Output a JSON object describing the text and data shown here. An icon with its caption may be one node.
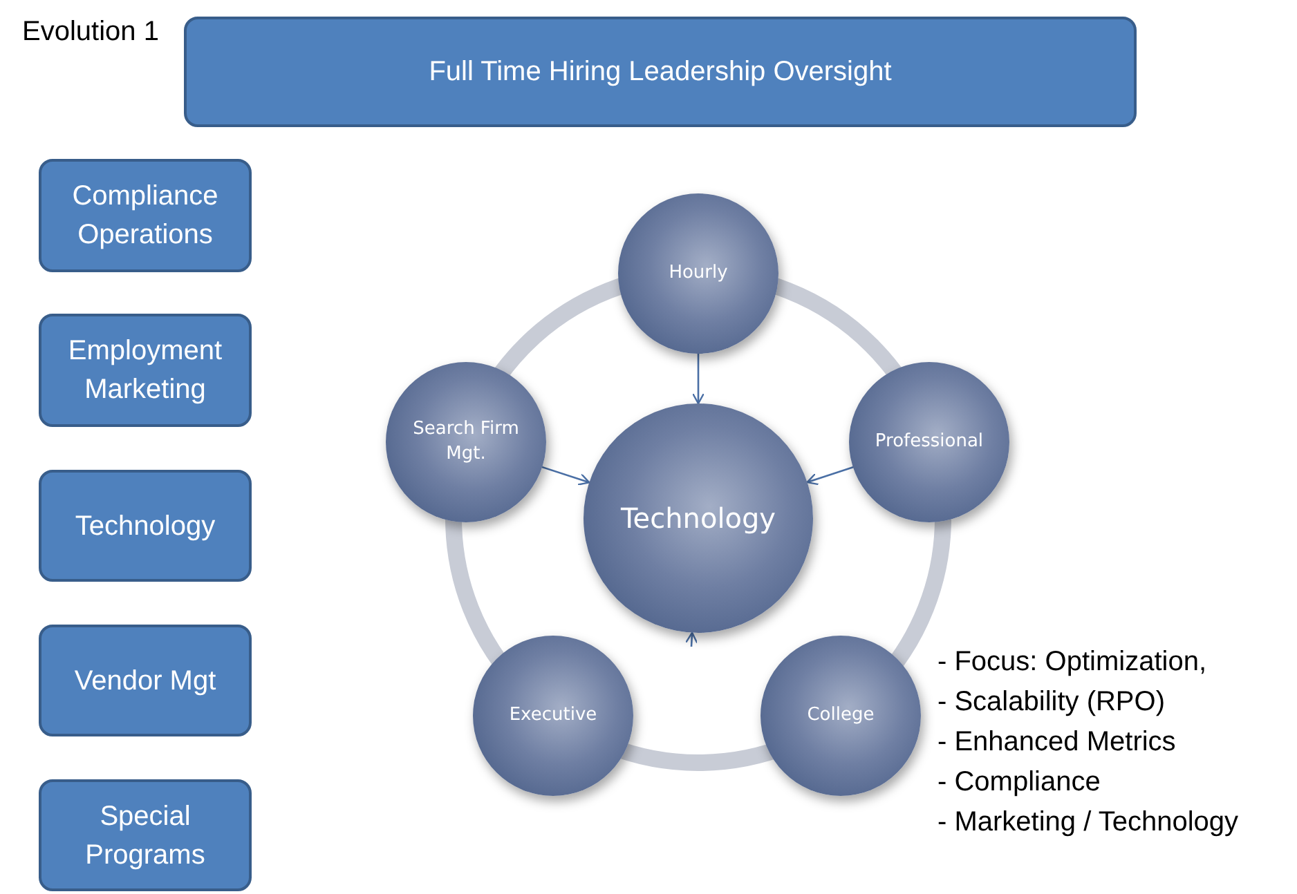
{
  "diagram": {
    "nodes": [
      {
        "text": [
          "Full Time Hiring Leadership Oversight"
        ]
      },
      {
        "text": [
          "Compliance Operations"
        ]
      },
      {
        "text": [
          "Employment Marketing"
        ]
      },
      {
        "text": [
          "Technology"
        ]
      },
      {
        "text": [
          "Vendor Mgt"
        ]
      },
      {
        "text": [
          "Special Programs"
        ]
      },
      {
        "text": [
          "Hourly"
        ]
      },
      {
        "text": [
          "Search Firm Mgt."
        ]
      },
      {
        "text": [
          "Technology"
        ]
      },
      {
        "text": [
          "Professional"
        ]
      },
      {
        "text": [
          "Executive"
        ]
      },
      {
        "text": [
          "College"
        ]
      }
    ],
    "edges": [
      {
        "from": 6,
        "to": 8,
        "arrow": "to"
      },
      {
        "from": 7,
        "to": 8,
        "arrow": "to"
      },
      {
        "from": 9,
        "to": 8,
        "arrow": "to"
      },
      {
        "from": null,
        "to": 8,
        "arrow": "to"
      }
    ],
    "labels": [
      "Evolution 1",
      "- Focus: Optimization,",
      "- Scalability (RPO)",
      "- Enhanced Metrics",
      "- Compliance",
      "- Marketing / Technology"
    ]
  }
}
